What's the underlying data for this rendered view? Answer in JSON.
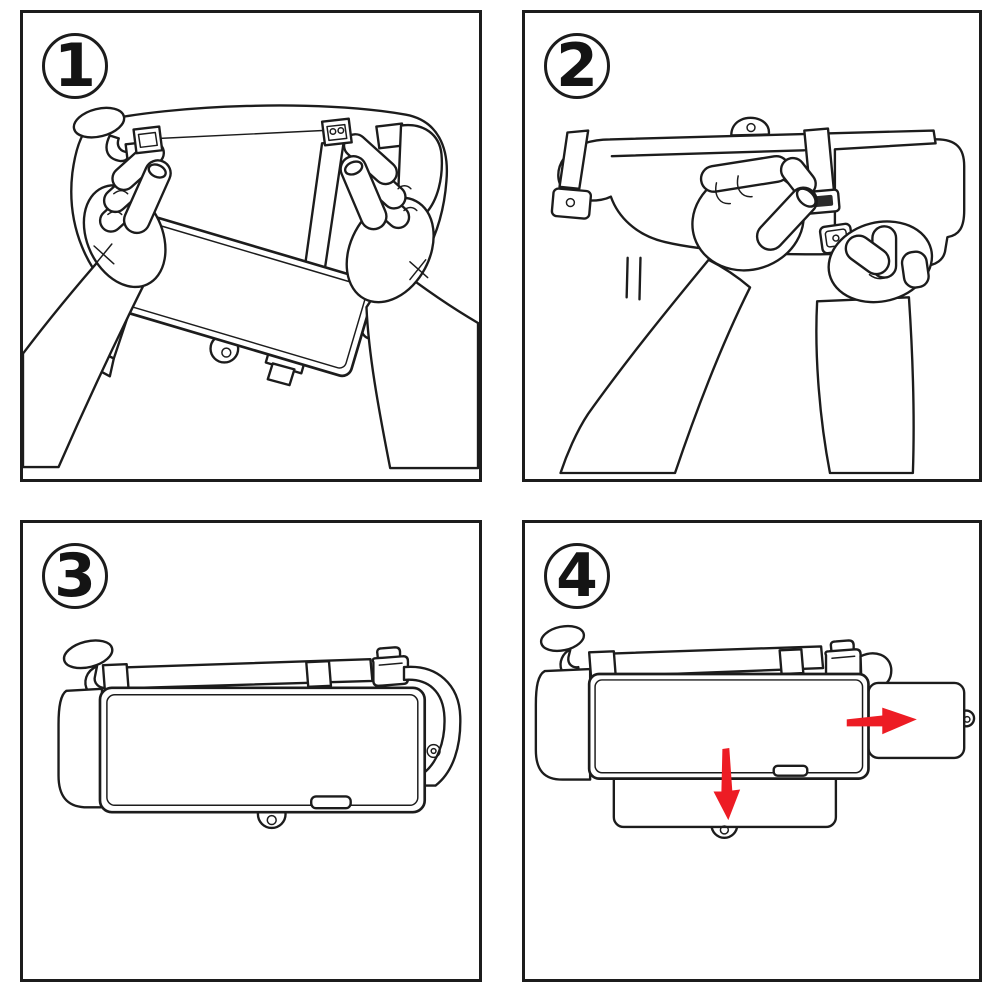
{
  "diagram": {
    "background_color": "#ffffff",
    "line_color": "#1c1c1c",
    "arrow_color": "#ed1c24",
    "panel_border_color": "#1c1c1c",
    "steps": [
      {
        "number": "1"
      },
      {
        "number": "2"
      },
      {
        "number": "3"
      },
      {
        "number": "4"
      }
    ]
  }
}
